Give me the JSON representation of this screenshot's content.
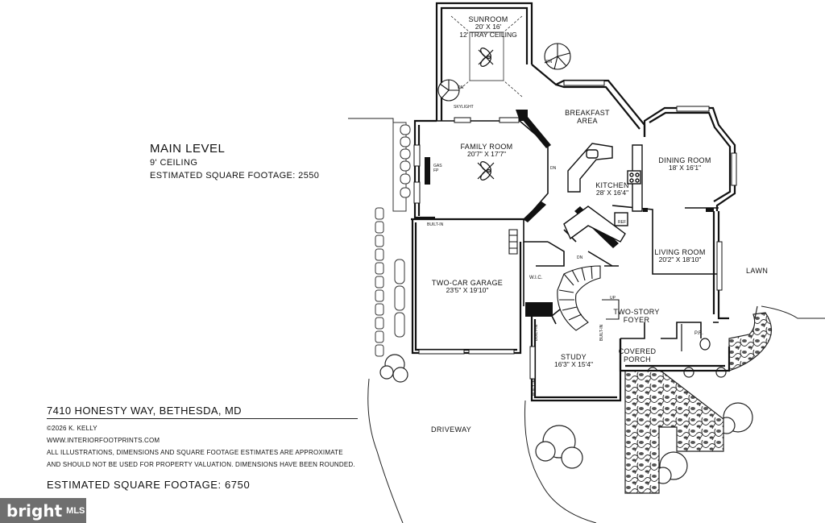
{
  "plan": {
    "title": "MAIN LEVEL",
    "ceiling": "9' CEILING",
    "level_footage": "ESTIMATED SQUARE FOOTAGE: 2550"
  },
  "rooms": {
    "sunroom": {
      "name": "SUNROOM",
      "dims": "20' X 16'",
      "extra": "12' TRAY CEILING"
    },
    "breakfast": {
      "name": "BREAKFAST",
      "name2": "AREA"
    },
    "family": {
      "name": "FAMILY ROOM",
      "dims": "20'7\" X 17'7\""
    },
    "kitchen": {
      "name": "KITCHEN",
      "dims": "28' X 16'4\""
    },
    "dining": {
      "name": "DINING ROOM",
      "dims": "18' X 16'1\""
    },
    "living": {
      "name": "LIVING ROOM",
      "dims": "20'2\" X 18'10\""
    },
    "garage": {
      "name": "TWO-CAR GARAGE",
      "dims": "23'5\" X 19'10\""
    },
    "foyer": {
      "name": "TWO-STORY",
      "name2": "FOYER"
    },
    "study": {
      "name": "STUDY",
      "dims": "16'3\" X 15'4\""
    },
    "porch": {
      "name": "COVERED",
      "name2": "PORCH"
    }
  },
  "small_labels": {
    "skylight": "SKYLIGHT",
    "dn1": "DN",
    "dn2": "DN",
    "dn3": "DN",
    "dn4": "DN",
    "up": "UP",
    "gas_fp": "GAS",
    "gas_fp2": "FP",
    "builtin_garage": "BUILT-IN",
    "builtin1": "BUILT-IN",
    "builtin2": "BUILT-IN",
    "builtin3": "BUILT-IN",
    "ref": "REF",
    "wic": "W.I.C.",
    "pr": "P.R."
  },
  "site": {
    "lawn": "LAWN",
    "driveway": "DRIVEWAY"
  },
  "footer": {
    "address": "7410 HONESTY WAY, BETHESDA, MD",
    "copyright": "©2026 K. KELLY",
    "website": "WWW.INTERIORFOOTPRINTS.COM",
    "disclaimer1": "ALL ILLUSTRATIONS, DIMENSIONS AND SQUARE FOOTAGE ESTIMATES ARE APPROXIMATE",
    "disclaimer2": "AND  SHOULD NOT BE USED FOR PROPERTY VALUATION. DIMENSIONS HAVE BEEN ROUNDED.",
    "total_footage": "ESTIMATED SQUARE FOOTAGE: 6750"
  },
  "watermark": {
    "brand": "bright",
    "suffix": "MLS"
  }
}
